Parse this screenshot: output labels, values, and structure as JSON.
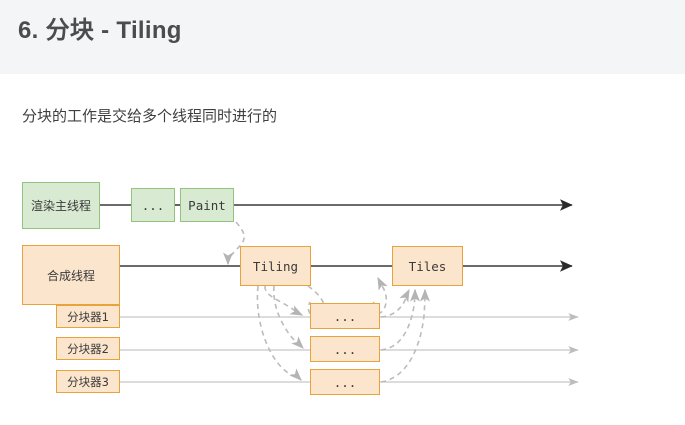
{
  "header": {
    "title": "6. 分块 - Tiling",
    "bar_color": "#f4f5f6"
  },
  "subtitle": "分块的工作是交给多个线程同时进行的",
  "diagram": {
    "colors": {
      "green_fill": "#d9ead3",
      "green_border": "#93c47d",
      "orange_fill": "#fce5cd",
      "orange_border": "#e8a33d",
      "dark_arrow": "#3a3a3a",
      "light_arrow": "#bdbdbd",
      "dashed_arrow": "#bcbcbc"
    },
    "rows": [
      {
        "name": "main-thread",
        "label": "渲染主线程",
        "nodes": [
          {
            "name": "main-ellipsis",
            "label": "..."
          },
          {
            "name": "paint",
            "label": "Paint"
          }
        ]
      },
      {
        "name": "compositor-thread",
        "label": "合成线程",
        "nodes": [
          {
            "name": "tiling",
            "label": "Tiling"
          },
          {
            "name": "tiles",
            "label": "Tiles"
          }
        ]
      },
      {
        "name": "tiler-1",
        "label": "分块器1",
        "nodes": [
          {
            "name": "tiler1-dots",
            "label": "..."
          }
        ]
      },
      {
        "name": "tiler-2",
        "label": "分块器2",
        "nodes": [
          {
            "name": "tiler2-dots",
            "label": "..."
          }
        ]
      },
      {
        "name": "tiler-3",
        "label": "分块器3",
        "nodes": [
          {
            "name": "tiler3-dots",
            "label": "..."
          }
        ]
      }
    ]
  }
}
